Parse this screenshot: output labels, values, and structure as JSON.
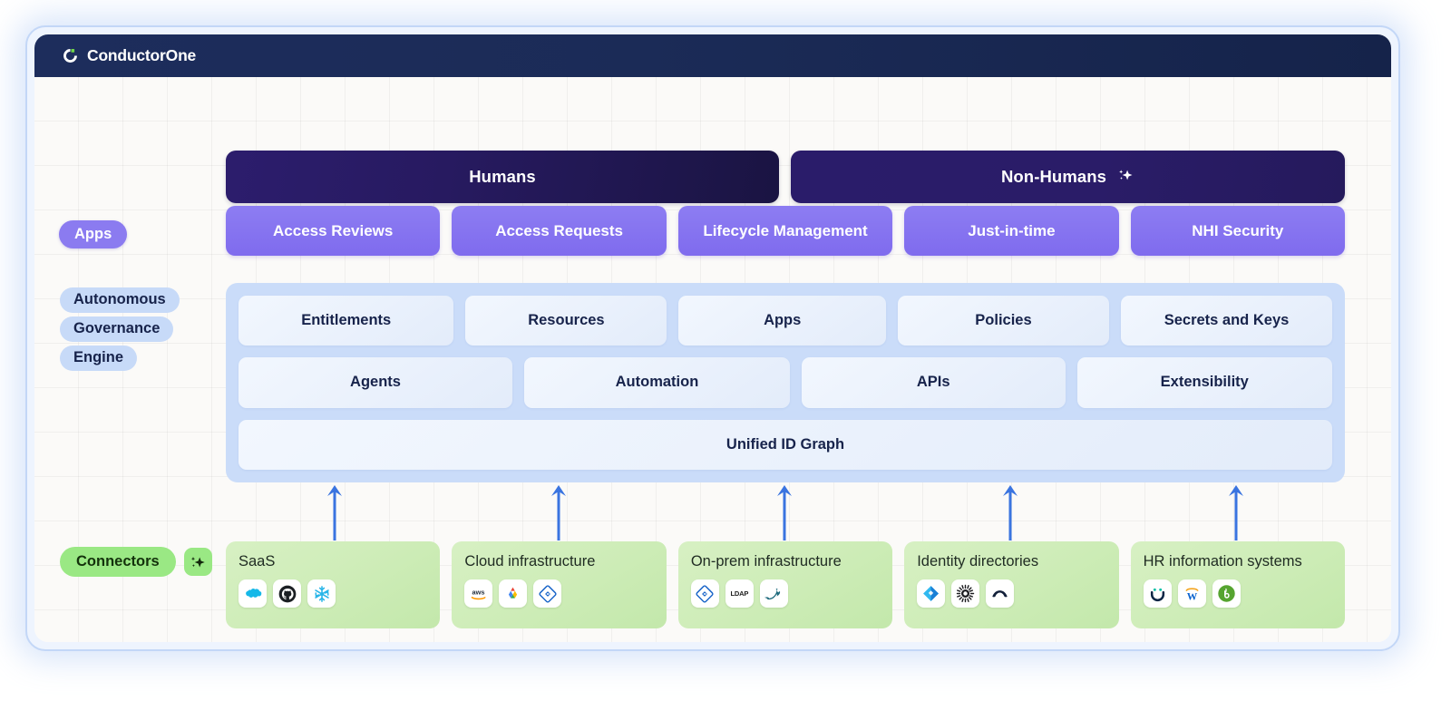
{
  "window": {
    "brand": "ConductorOne",
    "brand_icon": "conductorone-logo-icon",
    "header_bg": "#1b2b57"
  },
  "colors": {
    "frame_border": "#c3d7f7",
    "apps_accent": "#8b7bf0",
    "engine_bg": "#cadcf9",
    "connectors_accent": "#9ae884",
    "arrow": "#3a74e0",
    "dark_navy": "#1a1442"
  },
  "top_rows": [
    {
      "label": "Humans",
      "icon": null
    },
    {
      "label": "Non-Humans",
      "icon": "sparkle-icon"
    }
  ],
  "apps": {
    "pill_label": "Apps",
    "items": [
      {
        "label": "Access Reviews"
      },
      {
        "label": "Access Requests"
      },
      {
        "label": "Lifecycle Management"
      },
      {
        "label": "Just-in-time"
      },
      {
        "label": "NHI Security"
      }
    ]
  },
  "engine": {
    "pill_lines": [
      "Autonomous",
      "Governance",
      "Engine"
    ],
    "row1": [
      {
        "label": "Entitlements"
      },
      {
        "label": "Resources"
      },
      {
        "label": "Apps"
      },
      {
        "label": "Policies"
      },
      {
        "label": "Secrets and Keys"
      }
    ],
    "row2": [
      {
        "label": "Agents"
      },
      {
        "label": "Automation"
      },
      {
        "label": "APIs"
      },
      {
        "label": "Extensibility"
      }
    ],
    "row3": [
      {
        "label": "Unified ID Graph"
      }
    ]
  },
  "connectors": {
    "pill_label": "Connectors",
    "badge_icon": "sparkle-icon",
    "arrow_count": 5,
    "arrow_icon": "arrow-up-icon",
    "cards": [
      {
        "title": "SaaS",
        "logos": [
          {
            "name": "salesforce-logo-icon"
          },
          {
            "name": "github-logo-icon"
          },
          {
            "name": "snowflake-logo-icon"
          }
        ]
      },
      {
        "title": "Cloud infrastructure",
        "logos": [
          {
            "name": "aws-logo-icon"
          },
          {
            "name": "google-cloud-logo-icon"
          },
          {
            "name": "azure-logo-icon"
          }
        ]
      },
      {
        "title": "On-prem infrastructure",
        "logos": [
          {
            "name": "active-directory-logo-icon"
          },
          {
            "name": "ldap-logo-icon",
            "text": "LDAP"
          },
          {
            "name": "mysql-logo-icon"
          }
        ]
      },
      {
        "title": "Identity directories",
        "logos": [
          {
            "name": "entra-id-logo-icon"
          },
          {
            "name": "okta-logo-icon"
          },
          {
            "name": "auth0-logo-icon"
          }
        ]
      },
      {
        "title": "HR information systems",
        "logos": [
          {
            "name": "ukg-logo-icon"
          },
          {
            "name": "workday-logo-icon"
          },
          {
            "name": "bamboohr-logo-icon"
          }
        ]
      }
    ]
  }
}
